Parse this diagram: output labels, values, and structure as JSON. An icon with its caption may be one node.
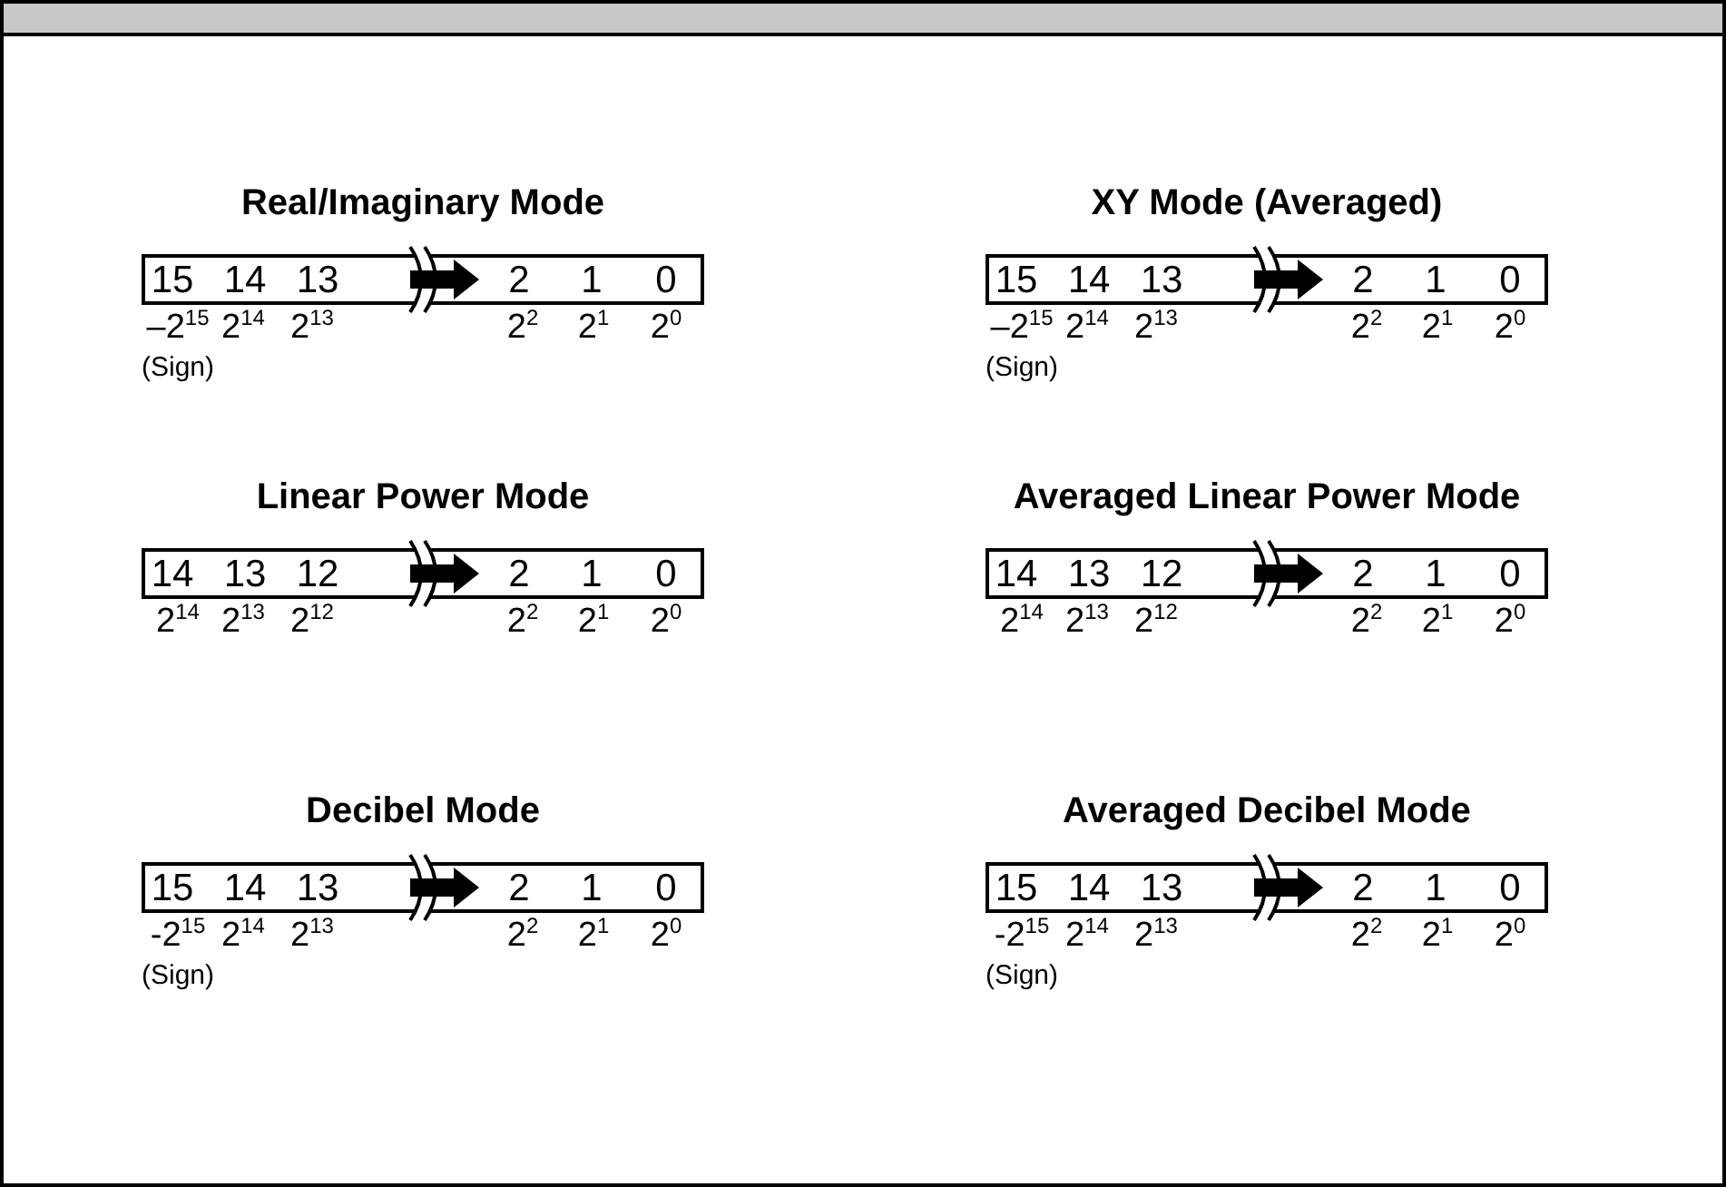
{
  "diagram": {
    "nodes": [
      {
        "text": [
          "Real/Imaginary Mode",
          "15",
          "14",
          "13",
          "2",
          "1",
          "0"
        ],
        "beside": [
          "–2$^{15}$",
          "2$^{14}$",
          "2$^{13}$",
          "2$^{2}$",
          "2$^{1}$",
          "2$^{0}$",
          "(Sign)"
        ]
      },
      {
        "text": [
          "XY Mode (Averaged)",
          "15",
          "14",
          "13",
          "2",
          "1",
          "0"
        ],
        "beside": [
          "–2$^{15}$",
          "2$^{14}$",
          "2$^{13}$",
          "2$^{2}$",
          "2$^{1}$",
          "2$^{0}$",
          "(Sign)"
        ]
      },
      {
        "text": [
          "Linear Power Mode",
          "14",
          "13",
          "12",
          "2",
          "1",
          "0"
        ],
        "beside": [
          "2$^{14}$",
          "2$^{13}$",
          "2$^{12}$",
          "2$^{2}$",
          "2$^{1}$",
          "2$^{0}$"
        ]
      },
      {
        "text": [
          "Averaged Linear Power Mode",
          "14",
          "13",
          "12",
          "2",
          "1",
          "0"
        ],
        "beside": [
          "2$^{14}$",
          "2$^{13}$",
          "2$^{12}$",
          "2$^{2}$",
          "2$^{1}$",
          "2$^{0}$"
        ]
      },
      {
        "text": [
          "Decibel Mode",
          "15",
          "14",
          "13",
          "2",
          "1",
          "0"
        ],
        "beside": [
          "-2$^{15}$",
          "2$^{14}$",
          "2$^{13}$",
          "2$^{2}$",
          "2$^{1}$",
          "2$^{0}$",
          "(Sign)"
        ]
      },
      {
        "text": [
          "Averaged Decibel Mode",
          "15",
          "14",
          "13",
          "2",
          "1",
          "0"
        ],
        "beside": [
          "-2$^{15}$",
          "2$^{14}$",
          "2$^{13}$",
          "2$^{2}$",
          "2$^{1}$",
          "2$^{0}$",
          "(Sign)"
        ]
      }
    ]
  }
}
